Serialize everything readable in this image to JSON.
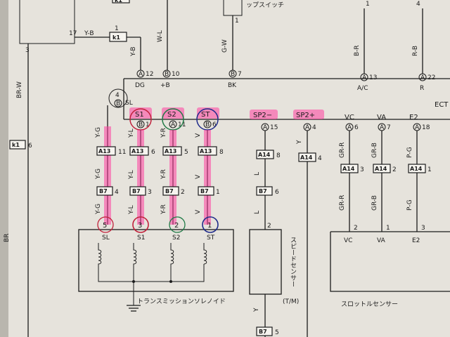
{
  "top": {
    "switch_text": "ップスイッチ",
    "top_num_1": "1",
    "top_num_2": "4",
    "k1_top_label": "k1",
    "k1_row_pin": "17",
    "k1_row_wire": "Y-B",
    "k1_row_connector": "k1",
    "k1_row_right": "1",
    "br_w_wire": "BR-W",
    "left_pin_3": "3",
    "k1_mid_connector": "k1",
    "k1_mid_pin": "6",
    "br_wire": "BR",
    "wire_yb": "Y-B",
    "wire_wl": "W-L",
    "wire_gw": "G-W",
    "wire_br": "B-R",
    "wire_rb": "R-B",
    "wire_bottom_y": "Y",
    "num_1": "1"
  },
  "ecu": {
    "label": "ECT",
    "pins": [
      {
        "conn": "A",
        "num": "12",
        "name": "DG"
      },
      {
        "conn": "B",
        "num": "10",
        "name": "+B"
      },
      {
        "conn": "B",
        "num": "7",
        "name": "BK"
      },
      {
        "conn": "A",
        "num": "13",
        "name": "A/C"
      },
      {
        "conn": "A",
        "num": "22",
        "name": "R"
      }
    ],
    "sl_pin": {
      "num": "4",
      "conn": "B",
      "name": "SL"
    },
    "signals": [
      {
        "name": "S1",
        "conn": "B",
        "num": "1"
      },
      {
        "name": "S2",
        "conn": "A",
        "num": "11"
      },
      {
        "name": "ST",
        "conn": "B",
        "num": "6"
      },
      {
        "name": "SP2−",
        "conn": "A",
        "num": "15"
      },
      {
        "name": "SP2+",
        "conn": "A",
        "num": "4"
      },
      {
        "name": "VC",
        "conn": "A",
        "num": "6"
      },
      {
        "name": "VA",
        "conn": "A",
        "num": "7"
      },
      {
        "name": "E2",
        "conn": "A",
        "num": "18"
      }
    ]
  },
  "solenoid": {
    "wires": [
      "Y-G",
      "Y-L",
      "Y-R",
      "V"
    ],
    "a13_pins": [
      "11",
      "6",
      "5",
      "8"
    ],
    "b7_pins": [
      "4",
      "3",
      "2",
      "1"
    ],
    "pins": [
      "5",
      "3",
      "2",
      "1"
    ],
    "names": [
      "SL",
      "S1",
      "S2",
      "ST"
    ],
    "a13_label": "A13",
    "b7_label": "B7",
    "title": "トランスミッションソレノイド"
  },
  "speed_sensor": {
    "wire": "L",
    "a14_label": "A14",
    "a14_pin": "8",
    "b7_label": "B7",
    "b7_pin": "6",
    "sensor_pin": "2",
    "label": "スピードセンサー",
    "suffix": "(T/M)",
    "bottom_wire": "Y",
    "bottom_connector": "B7",
    "bottom_pin": "5",
    "sp2p_wire": "Y",
    "sp2p_a14": "A14",
    "sp2p_pin": "4"
  },
  "throttle": {
    "wires": [
      "GR-R",
      "GR-B",
      "P-G"
    ],
    "a14_label": "A14",
    "a14_pins": [
      "3",
      "2",
      "1"
    ],
    "pins": [
      "2",
      "1",
      "3"
    ],
    "names": [
      "VC",
      "VA",
      "E2"
    ],
    "title": "スロットルセンサー"
  },
  "highlights": {
    "color": "#ff3fa0"
  }
}
